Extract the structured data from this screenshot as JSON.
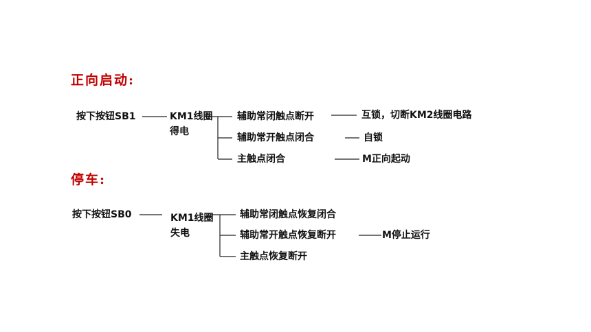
{
  "colors": {
    "heading": "#c00000",
    "text": "#111111",
    "line": "#222222"
  },
  "forward": {
    "heading": "正向启动:",
    "trigger": "按下按钮SB1",
    "coil": [
      "KM1线圈",
      "得电"
    ],
    "branches": [
      {
        "label": "辅助常闭触点断开",
        "result": "互锁，切断KM2线圈电路"
      },
      {
        "label": "辅助常开触点闭合",
        "result": "自锁"
      },
      {
        "label": "主触点闭合",
        "result": "M正向起动"
      }
    ]
  },
  "stop": {
    "heading": "停车:",
    "trigger": "按下按钮SB0",
    "coil": [
      "KM1线圈",
      "失电"
    ],
    "branches": [
      {
        "label": "辅助常闭触点恢复闭合"
      },
      {
        "label": "辅助常开触点恢复断开",
        "result": "M停止运行"
      },
      {
        "label": "主触点恢复断开"
      }
    ]
  }
}
